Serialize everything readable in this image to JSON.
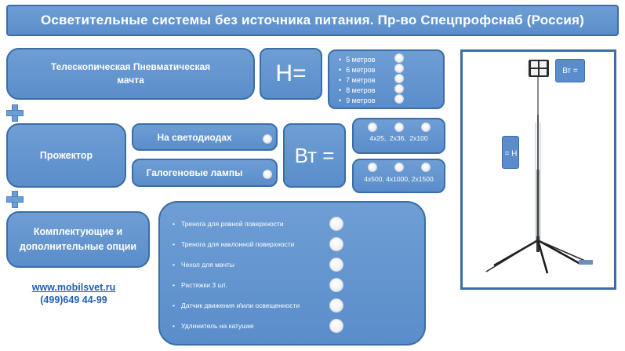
{
  "title": "Осветительные системы без источника питания. Пр-во Спецпрофснаб (Россия)",
  "mast": {
    "label": "Телескопическая Пневматическая мачта",
    "height_symbol": "H=",
    "heights": [
      "5 метров",
      "6 метров",
      "7 метров",
      "8 метров",
      "9 метров"
    ]
  },
  "projector": {
    "label": "Прожектор",
    "types": [
      "На светодиодах",
      "Галогеновые лампы"
    ],
    "power_symbol": "Вт =",
    "led_powers": "4x25,  2x36,  2x100",
    "halogen_powers": "4x500, 4x1000, 2x1500"
  },
  "options": {
    "label": "Комплектующие и дополнительные опции",
    "items": [
      "Тренога для ровной поверхности",
      "Тренога для наклонной поверхности",
      "Чехол для мачты",
      "Растяжки 3 шт.",
      "Датчик движения и\\или освещенности",
      "Удлинитель на катушке"
    ]
  },
  "contact": {
    "website": "www.mobilsvet.ru",
    "phone": "(499)649 44-99"
  },
  "illustration": {
    "power_label": "Вт =",
    "height_label": "H ="
  },
  "colors": {
    "box_fill": "#5a8dcb",
    "box_border": "#3b6ea8",
    "link": "#1f5fae"
  }
}
